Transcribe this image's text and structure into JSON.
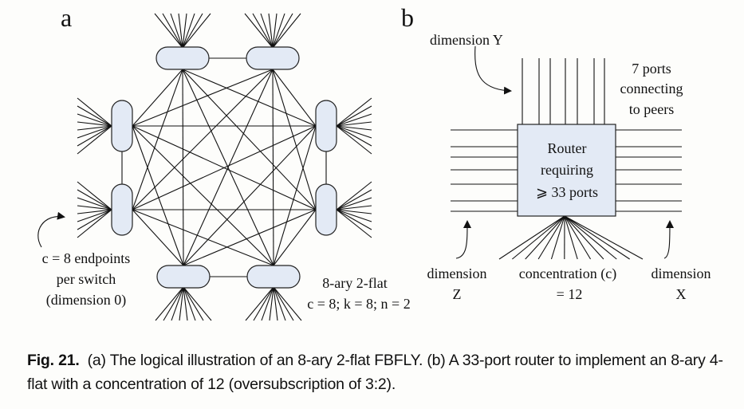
{
  "figure": {
    "panel_a": {
      "label": "a",
      "switch_count": 8,
      "endpoints_per_switch": 8,
      "annotation_endpoints": [
        "c = 8 endpoints",
        "per switch",
        "(dimension 0)"
      ],
      "annotation_network": [
        "8-ary 2-flat",
        "c = 8; k = 8; n = 2"
      ]
    },
    "panel_b": {
      "label": "b",
      "router_text": [
        "Router",
        "requiring",
        "⩾ 33 ports"
      ],
      "peer_ports_per_dimension": 7,
      "concentration_ports": 12,
      "label_dim_y": "dimension Y",
      "label_peers": [
        "7 ports",
        "connecting",
        "to peers"
      ],
      "label_dim_z": [
        "dimension",
        "Z"
      ],
      "label_concentration": [
        "concentration (c)",
        "= 12"
      ],
      "label_dim_x": [
        "dimension",
        "X"
      ]
    }
  },
  "caption": {
    "number": "Fig. 21.",
    "text": "(a) The logical illustration of an 8-ary 2-flat FBFLY. (b) A 33-port router to implement an 8-ary 4-flat with a concentration of 12 (oversubscription of 3:2)."
  }
}
